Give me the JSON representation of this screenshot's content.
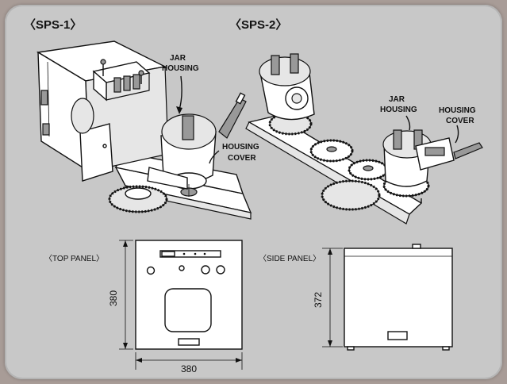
{
  "titles": {
    "sps1": "〈SPS-1〉",
    "sps2": "〈SPS-2〉"
  },
  "callouts": {
    "sps1_jar_line1": "JAR",
    "sps1_jar_line2": "HOUSING",
    "sps1_cover_line1": "HOUSING",
    "sps1_cover_line2": "COVER",
    "sps2_jar_line1": "JAR",
    "sps2_jar_line2": "HOUSING",
    "sps2_cover_line1": "HOUSING",
    "sps2_cover_line2": "COVER"
  },
  "panels": {
    "top_label": "〈TOP PANEL〉",
    "side_label": "〈SIDE PANEL〉"
  },
  "dimensions": {
    "top_height": "380",
    "top_width": "380",
    "side_height": "372"
  },
  "colors": {
    "outer_background": "#a89c97",
    "panel_background": "#c8c8c8",
    "line": "#111111"
  }
}
